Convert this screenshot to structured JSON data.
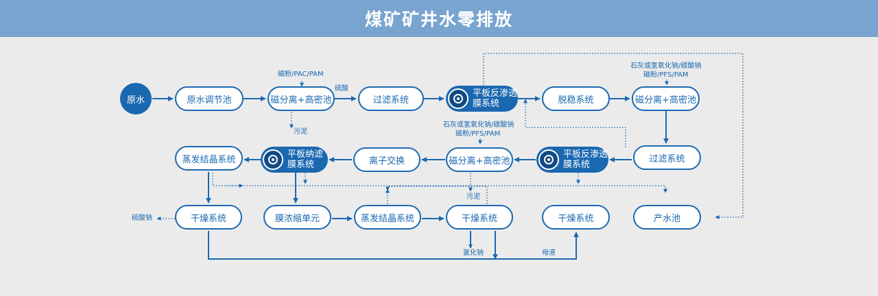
{
  "title": "煤矿矿井水零排放",
  "nodes": {
    "raw_water": "原水",
    "raw_pool": "原水调节池",
    "mag_sep_1": "磁分离+高密池",
    "filter_1": "过滤系统",
    "ro_1": [
      "平板反渗透",
      "膜系统"
    ],
    "decarb": "脱稳系统",
    "mag_sep_2": "磁分离+高密池",
    "filter_2": "过滤系统",
    "ro_2": [
      "平板反渗透",
      "膜系统"
    ],
    "mag_sep_3": "磁分离+高密池",
    "ion_exchange": "离子交换",
    "nf": [
      "平板纳滤",
      "膜系统"
    ],
    "evap_1": "蒸发结晶系统",
    "dry_1": "干燥系统",
    "conc_unit": "膜浓缩单元",
    "evap_2": "蒸发结晶系统",
    "dry_2": "干燥系统",
    "dry_3": "干燥系统",
    "product_pool": "产水池"
  },
  "notes": {
    "mag_powder_1": "磁粉/PAC/PAM",
    "sulfuric_acid": "硫酸",
    "sludge_1": "污泥",
    "chem_2_line1": "石灰或氢氧化钠/碳酸钠",
    "chem_2_line2": "磁粉/PFS/PAM",
    "chem_3_line1": "石灰或氢氧化钠/碳酸钠",
    "chem_3_line2": "磁粉/PFS/PAM",
    "sludge_2": "污泥",
    "sodium_sulfate": "硫酸钠",
    "sodium_chloride": "氯化钠",
    "mother_liquor": "母液"
  },
  "colors": {
    "accent": "#1a68b0",
    "header": "#78a4cf",
    "background": "#ebebeb"
  }
}
